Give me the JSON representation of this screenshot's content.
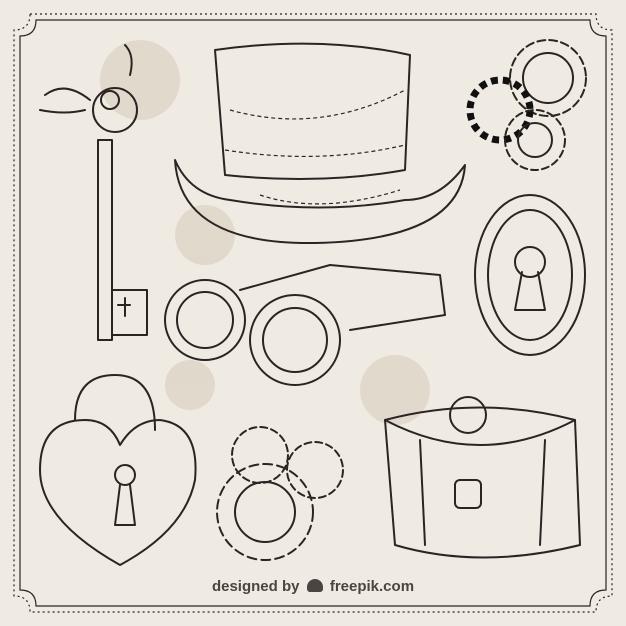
{
  "credit": {
    "prefix": "designed by",
    "brand": "freepik.com",
    "logo_icon": "freepik-crown-logo"
  },
  "colors": {
    "paper": "#efebe3",
    "ink": "#2a2522",
    "stain": "#ddd4c6"
  },
  "items": [
    "ornate-key",
    "top-hat",
    "gears-top-right",
    "keyhole-plate",
    "goggles",
    "heart-padlock",
    "gears-bottom",
    "satchel"
  ]
}
